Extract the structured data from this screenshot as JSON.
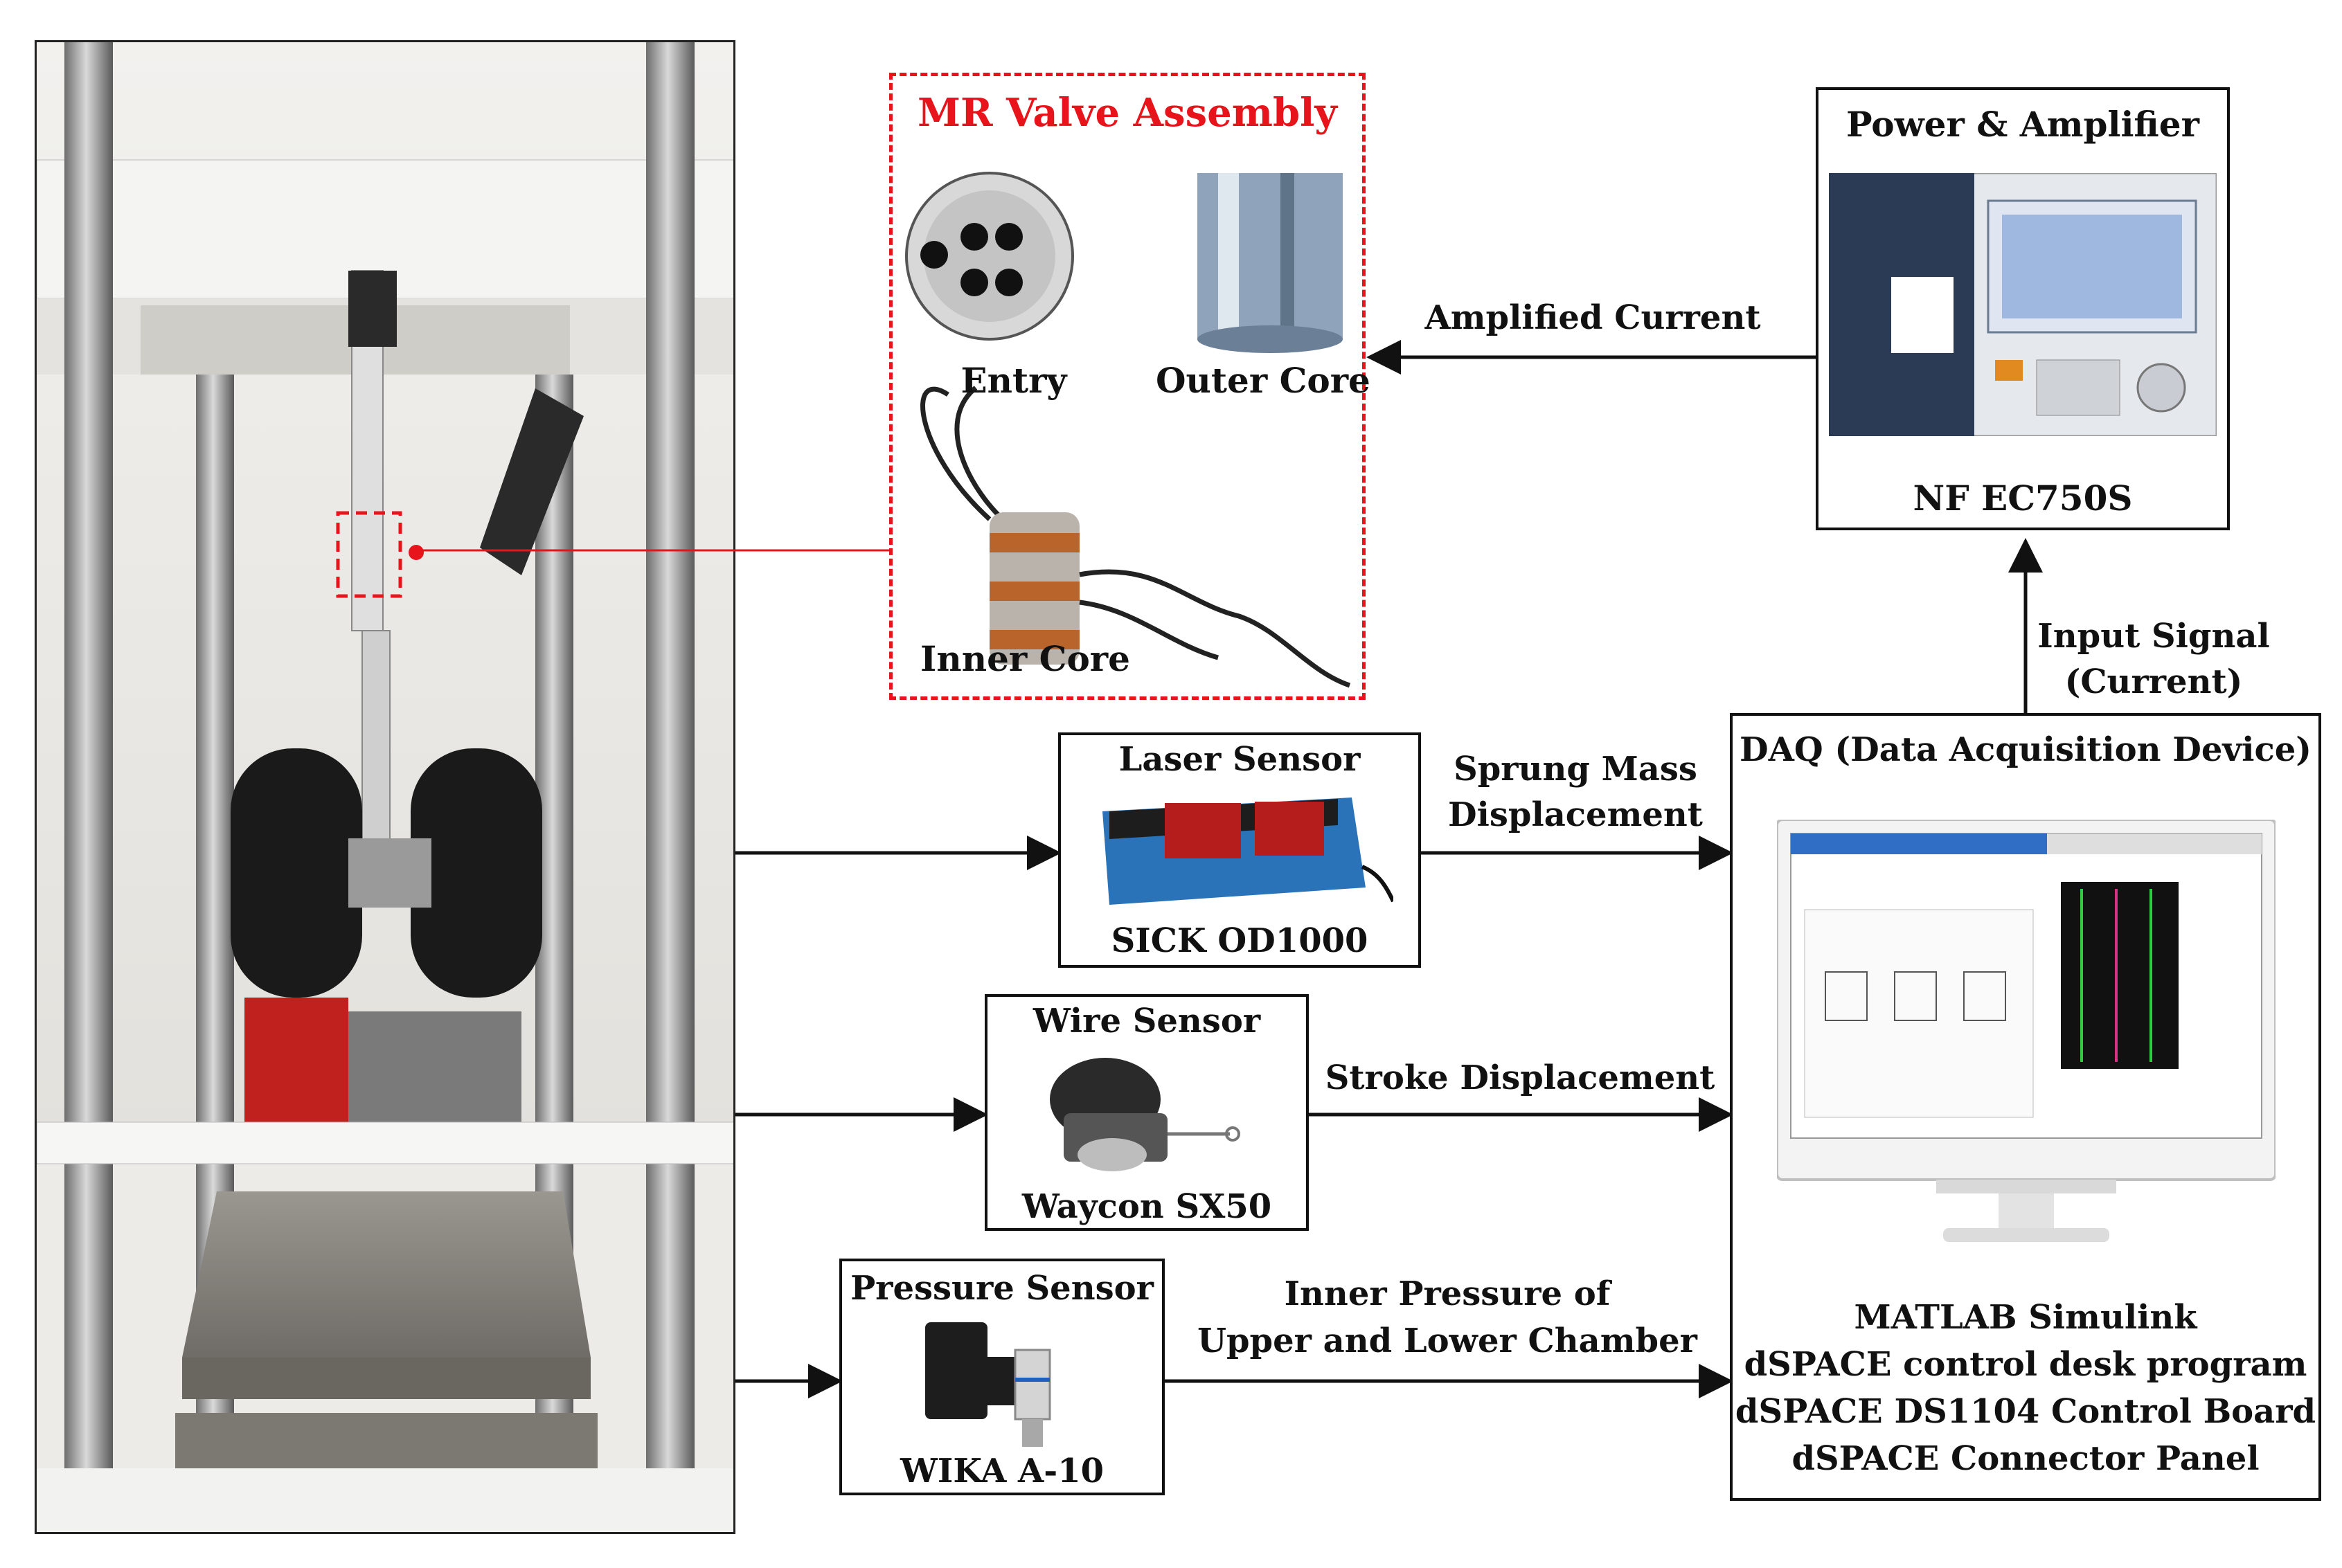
{
  "mr_valve": {
    "title": "MR Valve Assembly",
    "entry": "Entry",
    "outer_core": "Outer Core",
    "inner_core": "Inner Core"
  },
  "power": {
    "title": "Power & Amplifier",
    "model": "NF EC750S"
  },
  "laser": {
    "title": "Laser Sensor",
    "model": "SICK OD1000"
  },
  "wire": {
    "title": "Wire Sensor",
    "model": "Waycon SX50"
  },
  "pressure": {
    "title": "Pressure Sensor",
    "model": "WIKA A-10"
  },
  "daq": {
    "title": "DAQ (Data Acquisition Device)",
    "software": [
      "MATLAB Simulink",
      "dSPACE control desk program",
      "dSPACE DS1104 Control Board",
      "dSPACE Connector Panel"
    ]
  },
  "arrows": {
    "amplified_current": "Amplified Current",
    "input_signal_1": "Input Signal",
    "input_signal_2": "(Current)",
    "sprung_1": "Sprung Mass",
    "sprung_2": "Displacement",
    "stroke": "Stroke Displacement",
    "pressure_1": "Inner Pressure of",
    "pressure_2": "Upper and Lower Chamber"
  },
  "colors": {
    "accent_red": "#e8141b",
    "line": "#111111"
  }
}
